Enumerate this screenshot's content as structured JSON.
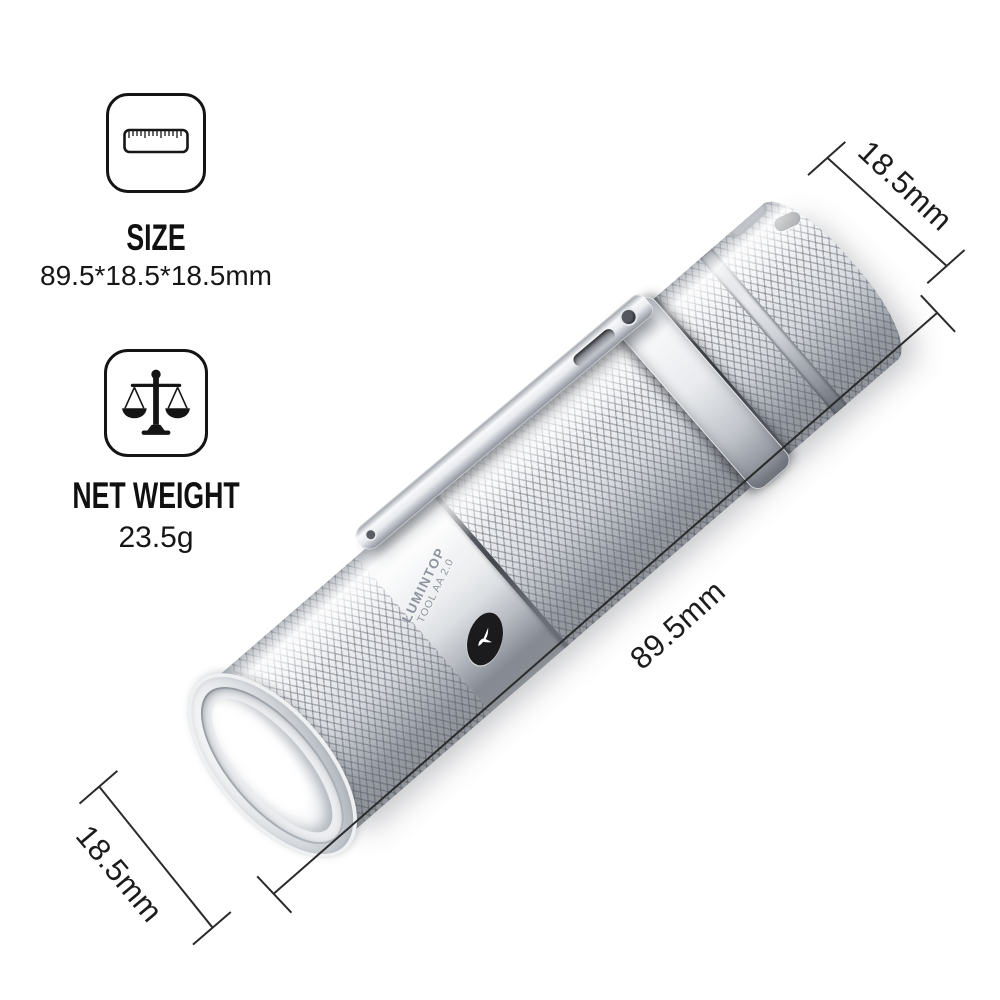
{
  "page": {
    "background": "#ffffff"
  },
  "specs": {
    "size": {
      "icon": "ruler-icon",
      "label": "SIZE",
      "value": "89.5*18.5*18.5mm"
    },
    "net_weight": {
      "icon": "balance-scale-icon",
      "label": "NET WEIGHT",
      "value": "23.5g"
    }
  },
  "dimension_annotations": {
    "diameter_top_right": "18.5mm",
    "length_diagonal": "89.5mm",
    "diameter_bottom_left": "18.5mm"
  },
  "product": {
    "brand": "LUMINTOP",
    "model": "TOOL AA 2.0",
    "logo": "swallow-logo"
  },
  "colors": {
    "annotation_line": "#2b2b2b",
    "icon_outline": "#141414",
    "metal_light": "#f5f6f8",
    "metal_mid": "#d3d7dc",
    "metal_shadow": "#9aa0a9",
    "groove_dark": "#43464d",
    "logo_background": "#1b1b1e"
  }
}
